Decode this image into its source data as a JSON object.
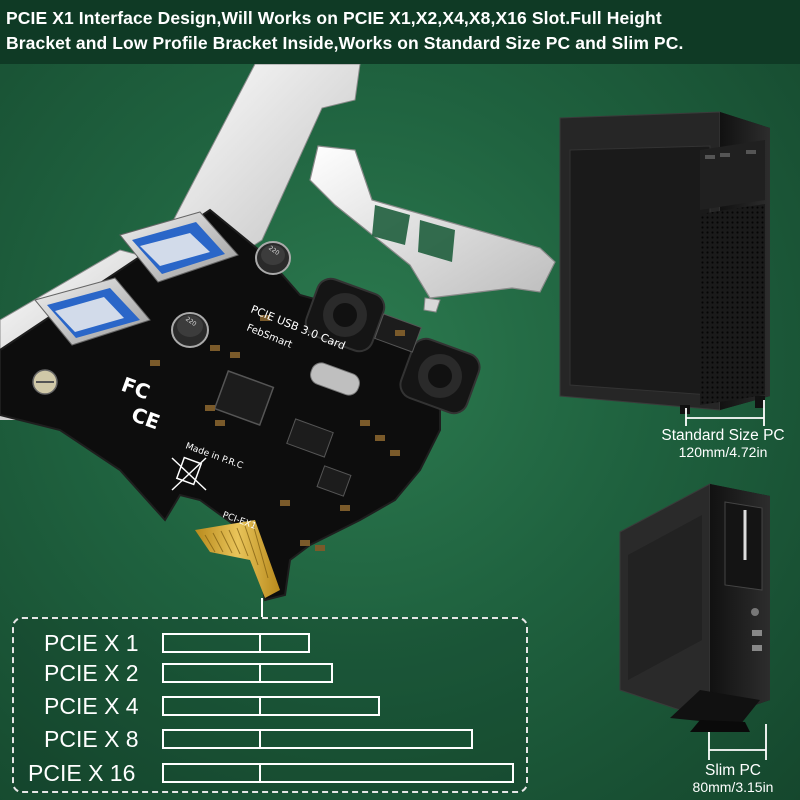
{
  "headline": {
    "line1": "PCIE X1 Interface Design,Will Works on PCIE X1,X2,X4,X8,X16 Slot.Full Height",
    "line2": "Bracket and Low Profile Bracket Inside,Works on Standard Size PC and Slim PC."
  },
  "card": {
    "silk_model": "PCIE USB 3.0 Card",
    "silk_brand": "FebSmart",
    "silk_origin": "Made in P.R.C",
    "silk_interface": "PCI-EX1",
    "mark_fc": "FC",
    "mark_ce": "CE",
    "cap_label": "220"
  },
  "slots": [
    {
      "label": "PCIE X 1",
      "lanes": 1
    },
    {
      "label": "PCIE X 2",
      "lanes": 2
    },
    {
      "label": "PCIE X 4",
      "lanes": 4
    },
    {
      "label": "PCIE X 8",
      "lanes": 8
    },
    {
      "label": "PCIE X 16",
      "lanes": 16
    }
  ],
  "standard_pc": {
    "title": "Standard Size PC",
    "dimension": "120mm/4.72in"
  },
  "slim_pc": {
    "title": "Slim PC",
    "dimension": "80mm/3.15in"
  },
  "colors": {
    "background": "#1f5e3d",
    "headline_bg": "#0f3a25",
    "pcb": "#0d0d0d",
    "gold": "#c9a227",
    "bracket": "#e9e9e9"
  }
}
